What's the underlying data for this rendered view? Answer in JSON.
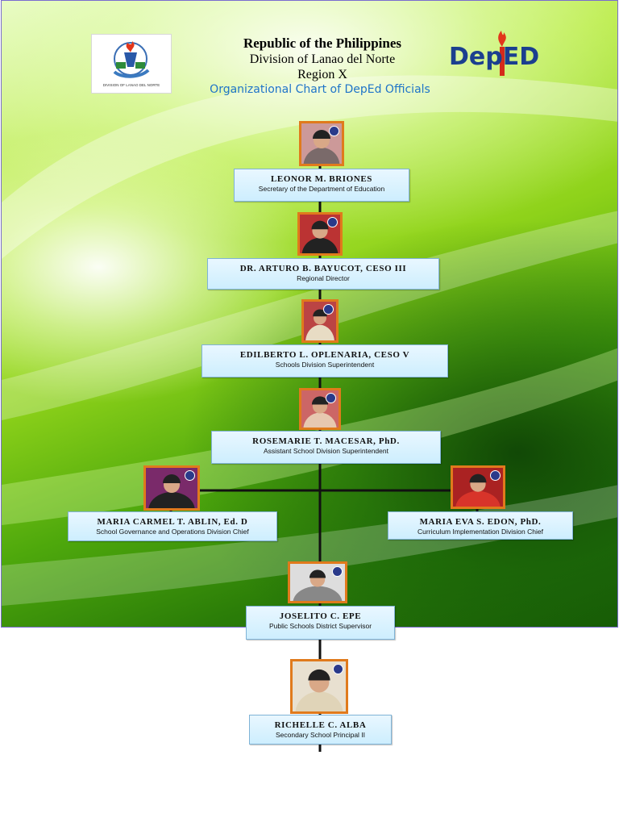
{
  "header": {
    "line1": "Republic of the Philippines",
    "line2": "Division of Lanao del Norte",
    "line3": "Region X",
    "line4": "Organizational Chart of DepEd Officials"
  },
  "logos": {
    "division_logo_text": "DIVISION OF LANAO DEL NORTE",
    "deped_logo_text": "DepED"
  },
  "colors": {
    "box_fill": "#d6f0fd",
    "photo_border": "#e07a1c",
    "title_blue": "#1f74c8",
    "line": "#111111"
  },
  "officials": [
    {
      "name": "LEONOR M. BRIONES",
      "title": "Secretary of the Department of Education"
    },
    {
      "name": "DR. ARTURO B. BAYUCOT, CESO III",
      "title": "Regional Director"
    },
    {
      "name": "EDILBERTO L. OPLENARIA, CESO V",
      "title": "Schools Division Superintendent"
    },
    {
      "name": "ROSEMARIE T. MACESAR, PhD.",
      "title": "Assistant School Division Superintendent"
    },
    {
      "name": "MARIA CARMEL T. ABLIN, Ed. D",
      "title": "School Governance and Operations Division Chief"
    },
    {
      "name": "MARIA EVA S. EDON, PhD.",
      "title": "Curriculum Implementation Division Chief"
    },
    {
      "name": "JOSELITO C. EPE",
      "title": "Public Schools District Supervisor"
    },
    {
      "name": "RICHELLE C. ALBA",
      "title": "Secondary School Principal II"
    }
  ]
}
